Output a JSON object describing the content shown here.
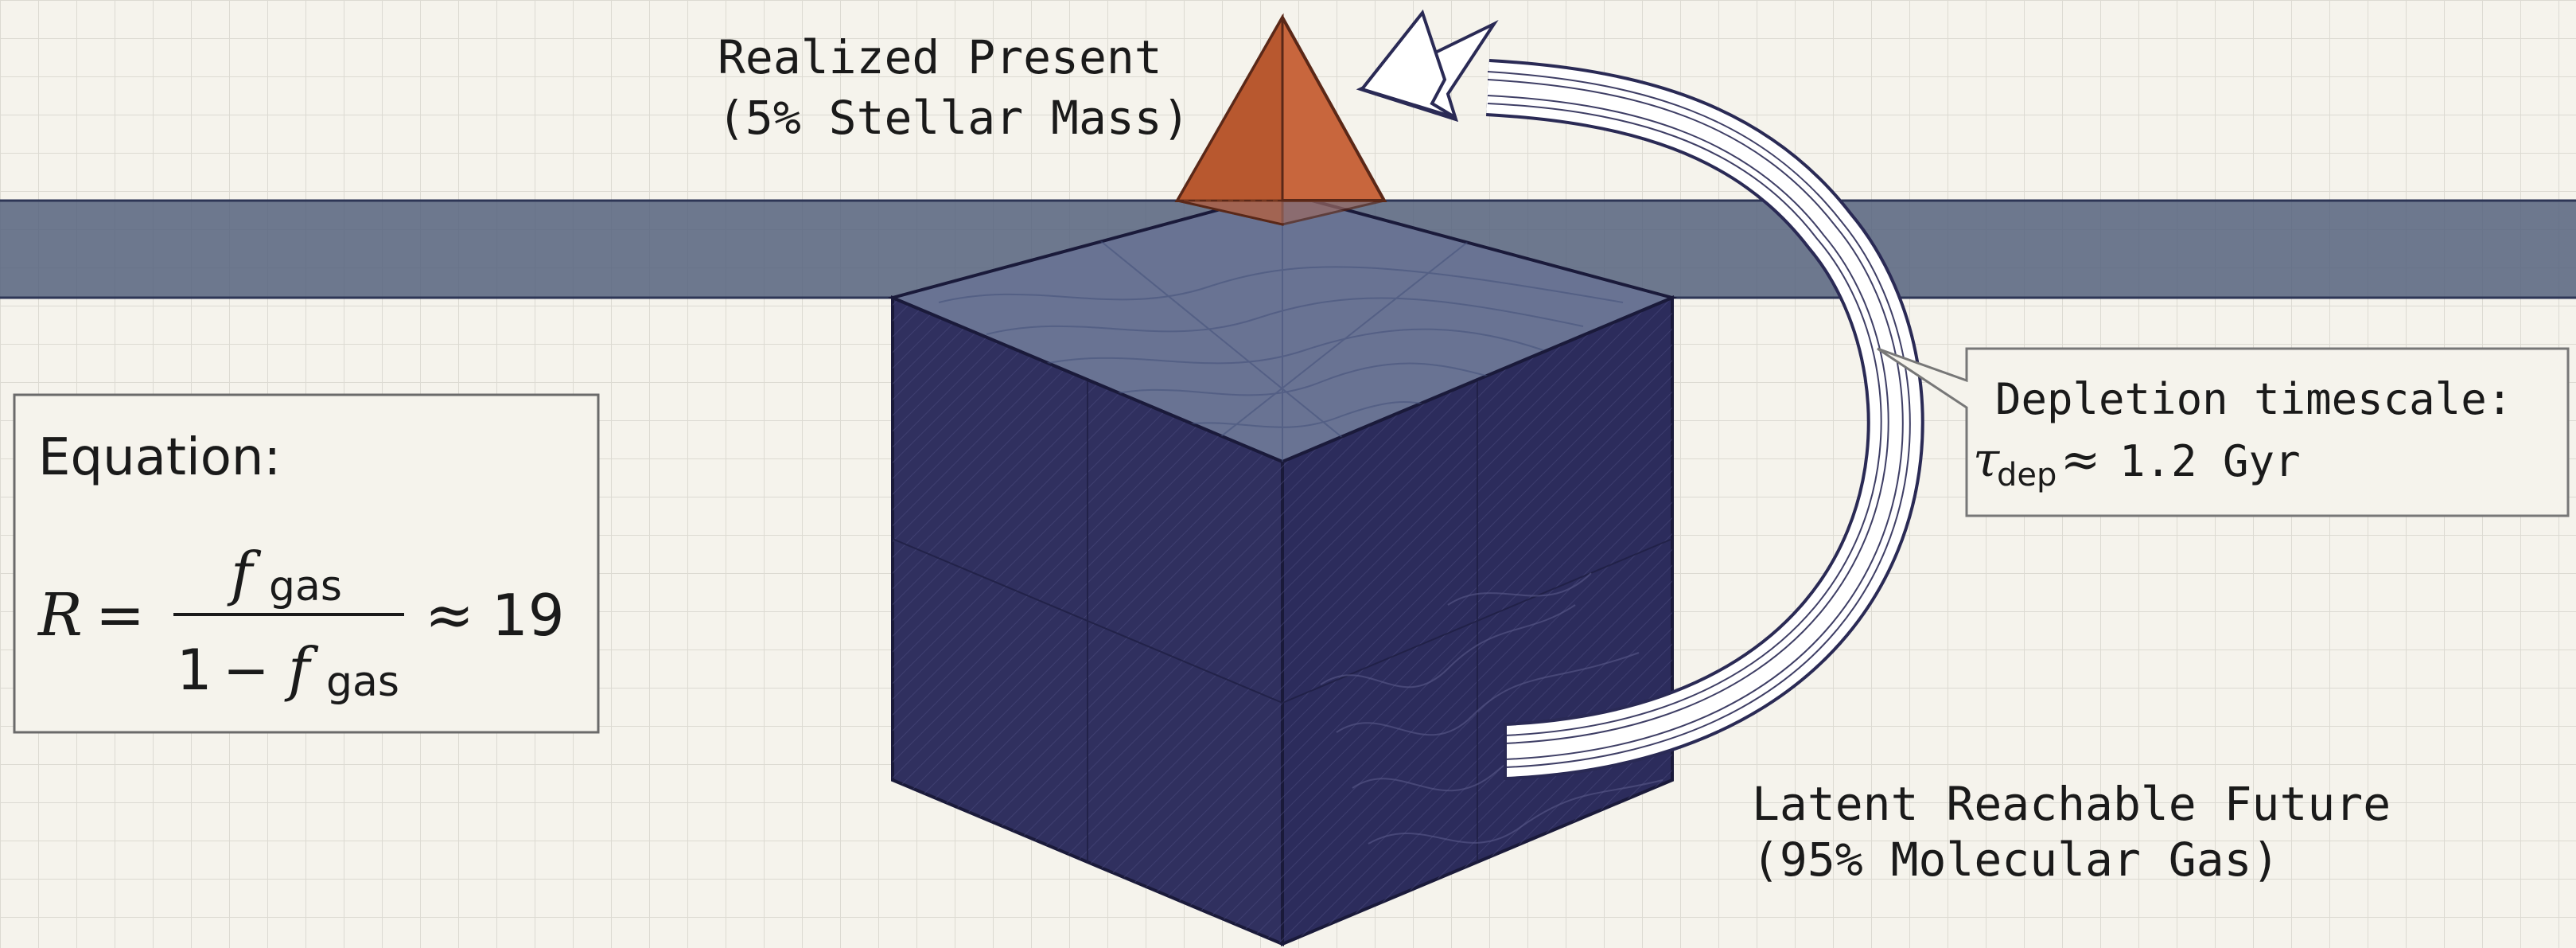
{
  "labels": {
    "realized_present_line1": "Realized Present",
    "realized_present_line2": "(5% Stellar Mass)",
    "latent_future_line1": "Latent Reachable Future",
    "latent_future_line2": "(95% Molecular Gas)"
  },
  "equation_box": {
    "title": "Equation:",
    "lhs": "R",
    "equals": "=",
    "numerator_symbol": "f",
    "numerator_subscript": "gas",
    "denominator_one": "1",
    "denominator_minus": "−",
    "denominator_symbol": "f",
    "denominator_subscript": "gas",
    "approx": "≈",
    "result": "19"
  },
  "callout": {
    "title": "Depletion timescale:",
    "symbol": "τ",
    "subscript": "dep",
    "approx": "≈",
    "value": "1.2 Gyr"
  },
  "colors": {
    "background": "#f5f3ec",
    "grid": "#d9d7cf",
    "band": "#4d5a7a",
    "cube_front": "#2f2f62",
    "cube_top": "#6f7894",
    "pyramid": "#c8663d",
    "outline": "#1c1c3a",
    "arrow_fill": "#ffffff",
    "arrow_stroke": "#2a2a55"
  }
}
